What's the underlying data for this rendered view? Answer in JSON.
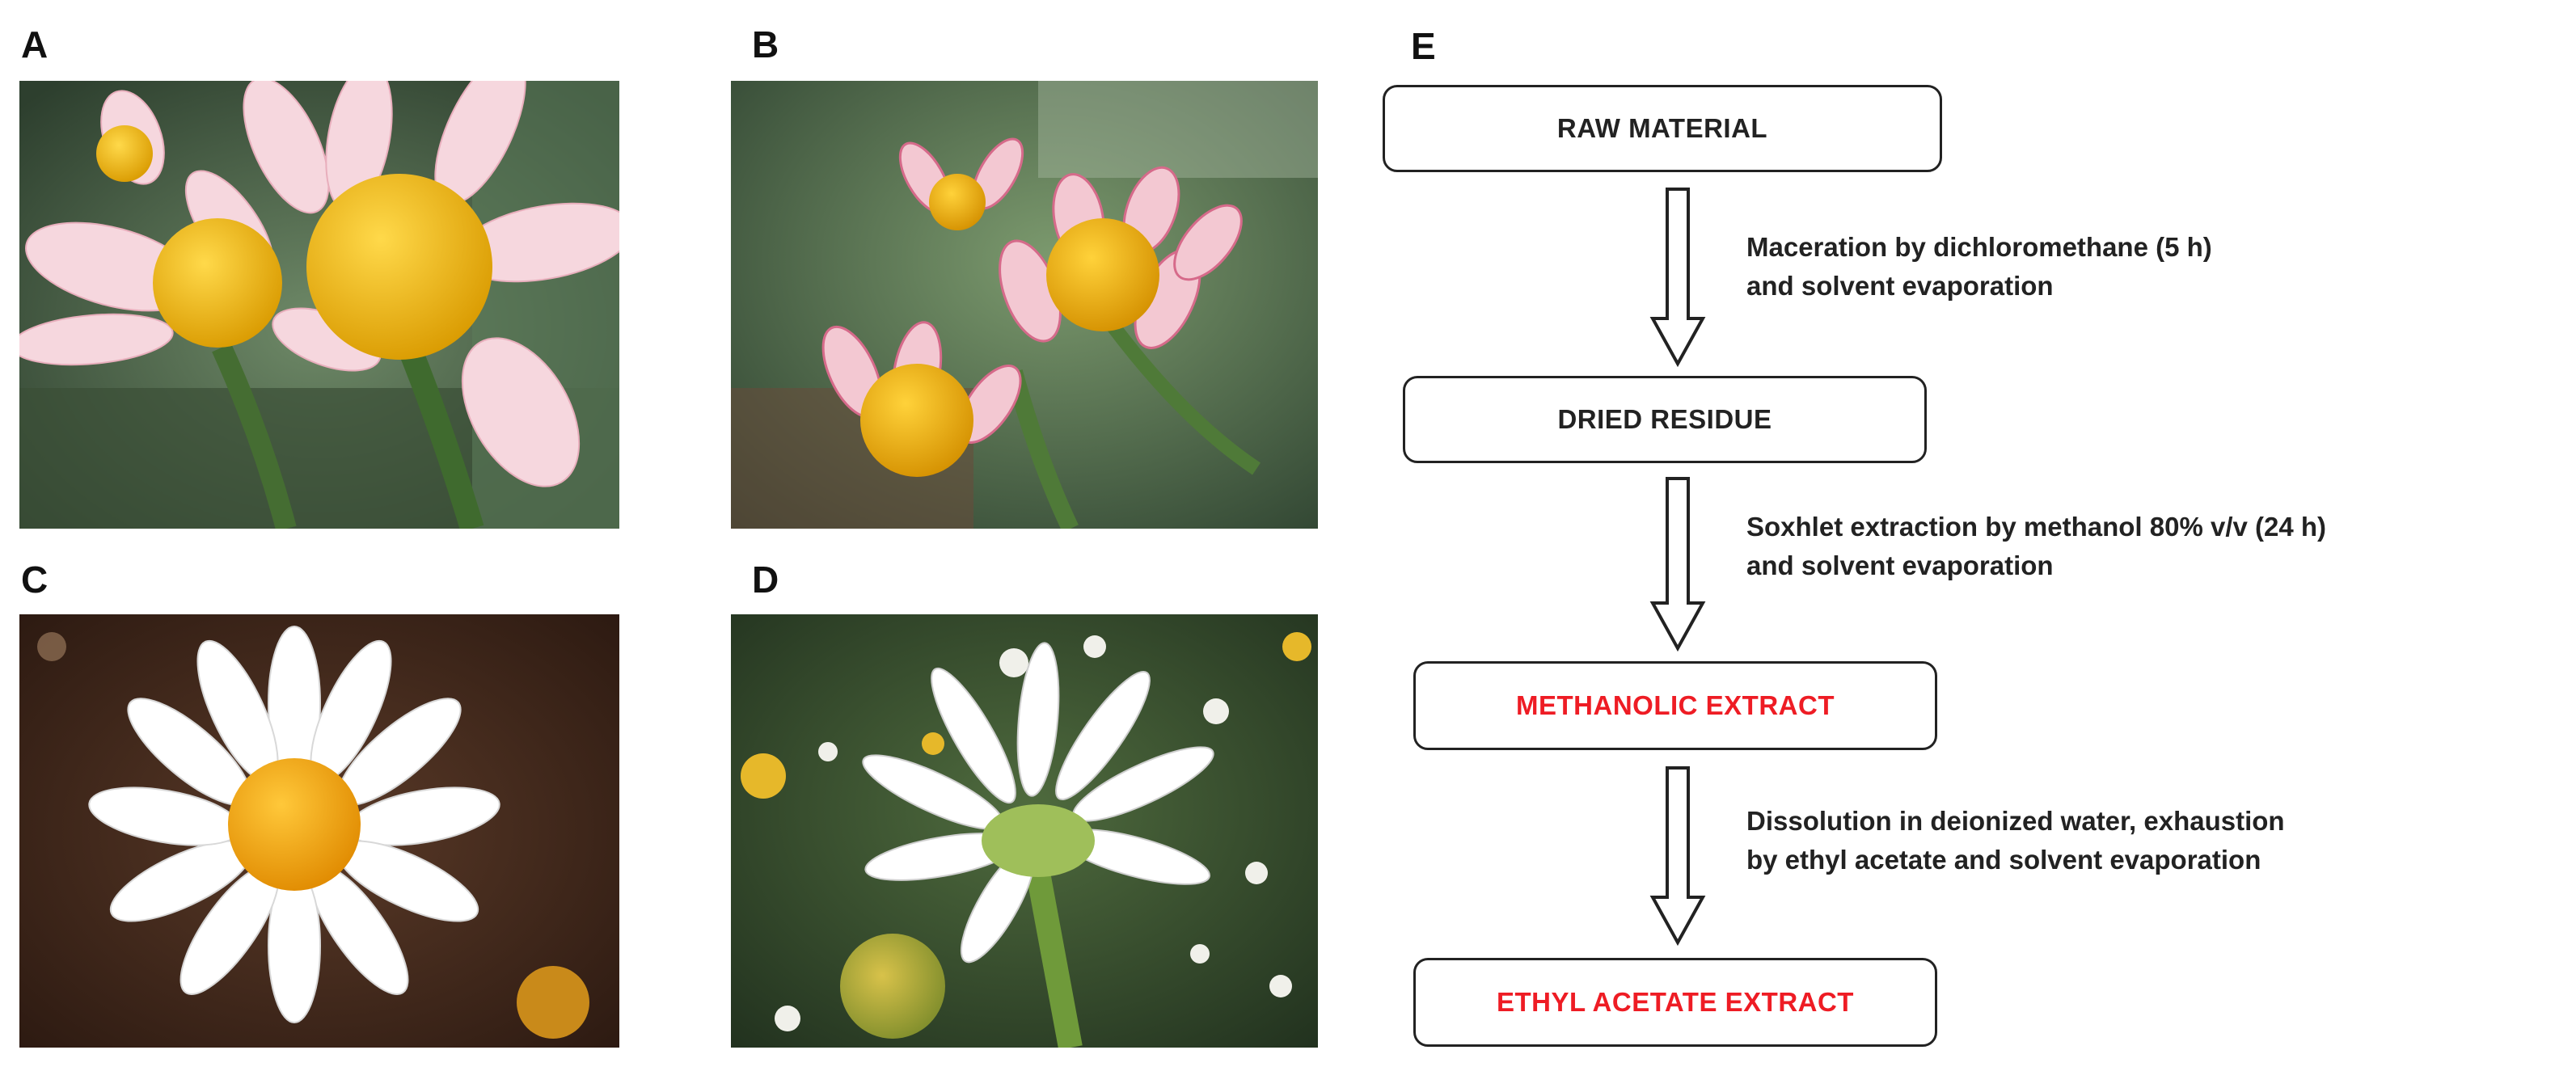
{
  "panels": {
    "a": {
      "label": "A",
      "icon": "pink-chamomile-flowers-photo"
    },
    "b": {
      "label": "B",
      "icon": "pink-tipped-daisies-photo"
    },
    "c": {
      "label": "C",
      "icon": "white-chamomile-flower-photo"
    },
    "d": {
      "label": "D",
      "icon": "white-daisy-meadow-photo"
    },
    "e": {
      "label": "E"
    }
  },
  "flowchart": {
    "steps": [
      {
        "label": "RAW MATERIAL",
        "color": "#222222"
      },
      {
        "label": "DRIED RESIDUE",
        "color": "#222222"
      },
      {
        "label": "METHANOLIC EXTRACT",
        "color": "#ee1c24"
      },
      {
        "label": "ETHYL ACETATE EXTRACT",
        "color": "#ee1c24"
      }
    ],
    "transitions": [
      {
        "line1": "Maceration by dichloromethane (5 h)",
        "line2": "and solvent evaporation"
      },
      {
        "line1": "Soxhlet extraction by methanol 80% v/v (24 h)",
        "line2": "and solvent evaporation"
      },
      {
        "line1": "Dissolution in deionized water, exhaustion",
        "line2": "by ethyl acetate and solvent evaporation"
      }
    ]
  },
  "colors": {
    "highlight": "#ee1c24",
    "text": "#222222"
  }
}
